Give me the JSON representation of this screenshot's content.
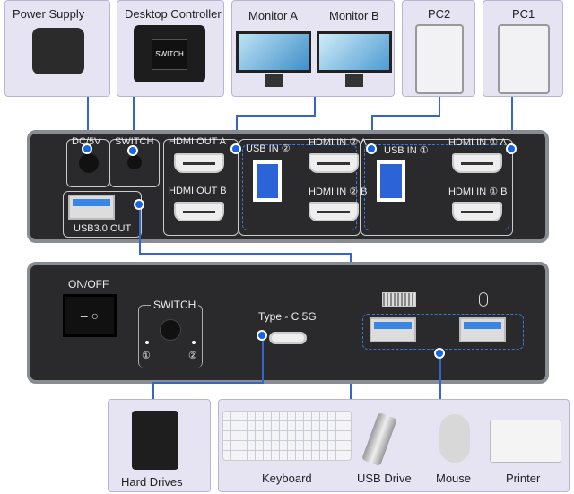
{
  "top_devices": {
    "power_supply": "Power Supply",
    "desktop_controller": "Desktop Controller",
    "controller_button": "SWITCH",
    "monitor_a": "Monitor A",
    "monitor_b": "Monitor B",
    "pc2": "PC2",
    "pc1": "PC1"
  },
  "rear_panel": {
    "dc": "DC/5V",
    "switch": "SWITCH",
    "hdmi_out_a": "HDMI OUT A",
    "hdmi_out_b": "HDMI OUT B",
    "usb_in_2": "USB IN ②",
    "hdmi_in_2a": "HDMI IN ② A",
    "hdmi_in_2b": "HDMI IN ② B",
    "usb_in_1": "USB IN ①",
    "hdmi_in_1a": "HDMI IN ① A",
    "hdmi_in_1b": "HDMI IN ① B",
    "usb30_out": "USB3.0 OUT"
  },
  "front_panel": {
    "power": "ON/OFF",
    "power_symbols": "–  ○",
    "switch": "SWITCH",
    "led1": "①",
    "led2": "②",
    "typec": "Type - C 5G"
  },
  "bottom_devices": {
    "hard_drives": "Hard Drives",
    "keyboard": "Keyboard",
    "usb_drive": "USB Drive",
    "mouse": "Mouse",
    "printer": "Printer"
  },
  "colors": {
    "accent": "#1565e8",
    "panel_bg": "#e6e3f2",
    "device": "#2a2a2d"
  }
}
